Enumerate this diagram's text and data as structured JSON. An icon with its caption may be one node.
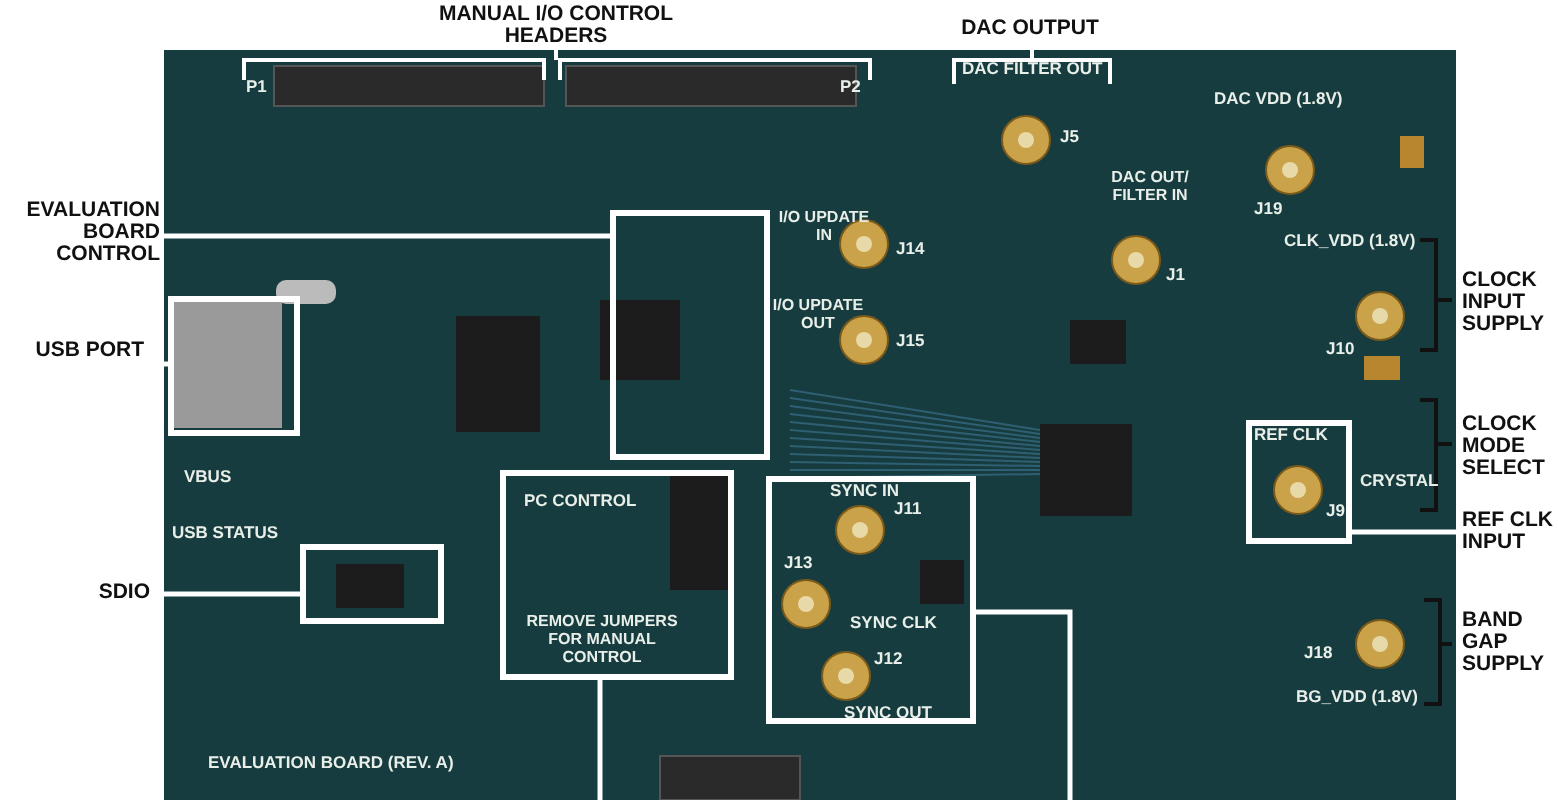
{
  "diagram": {
    "nodes": [
      {
        "text": [
          "EVALUATION BOARD CONTROL"
        ]
      },
      {
        "text": [],
        "shape": "box"
      },
      {
        "text": [
          "USB PORT"
        ]
      },
      {
        "text": [],
        "shape": "box"
      },
      {
        "text": [
          "SDIO"
        ]
      },
      {
        "text": [],
        "shape": "box"
      },
      {
        "text": [],
        "shape": "box"
      },
      {
        "text": [],
        "shape": "box"
      },
      {
        "text": [
          "REF CLK INPUT"
        ]
      },
      {
        "text": [],
        "shape": "box"
      }
    ],
    "edges": [
      {
        "from": 0,
        "to": 1,
        "arrow": "none"
      },
      {
        "from": 2,
        "to": 3,
        "arrow": "none"
      },
      {
        "from": 4,
        "to": 5,
        "arrow": "none"
      },
      {
        "from": 6,
        "to": null,
        "arrow": "none"
      },
      {
        "from": 7,
        "to": null,
        "arrow": "none"
      },
      {
        "from": 8,
        "to": 9,
        "arrow": "none"
      }
    ],
    "labels": [
      "MANUAL I/O CONTROL HEADERS",
      "DAC OUTPUT",
      "CLOCK INPUT SUPPLY",
      "CLOCK MODE SELECT",
      "BAND GAP SUPPLY",
      "P1",
      "P2",
      "DAC FILTER OUT",
      "J5",
      "DAC VDD (1.8V)",
      "J19",
      "I/O UPDATE IN",
      "J14",
      "DAC OUT/ FILTER IN",
      "J1",
      "I/O UPDATE OUT",
      "J15",
      "CLK_VDD (1.8V)",
      "J10",
      "REF CLK",
      "CRYSTAL",
      "J9",
      "VBUS",
      "USB STATUS",
      "PC CONTROL",
      "SYNC IN",
      "J11",
      "J13",
      "SYNC CLK",
      "J12",
      "SYNC OUT",
      "J18",
      "BG_VDD (1.8V)",
      "REMOVE JUMPERS FOR MANUAL CONTROL",
      "EVALUATION BOARD (REV. A)"
    ]
  }
}
